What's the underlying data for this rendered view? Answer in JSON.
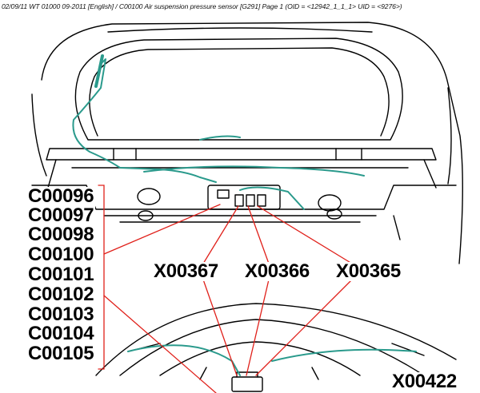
{
  "header": {
    "text": "02/09/11  WT 01000 09-2011 [English] / C00100 Air suspension pressure sensor [G291]  Page 1  (OID = <12942_1_1_1> UID = <9276>)"
  },
  "codes": [
    "C00096",
    "C00097",
    "C00098",
    "C00100",
    "C00101",
    "C00102",
    "C00103",
    "C00104",
    "C00105"
  ],
  "connectors": {
    "top": [
      "X00367",
      "X00366",
      "X00365"
    ],
    "bottom": "X00422"
  },
  "colors": {
    "line": "#000000",
    "wire": "#2a9a8c",
    "callout": "#e0201a"
  }
}
